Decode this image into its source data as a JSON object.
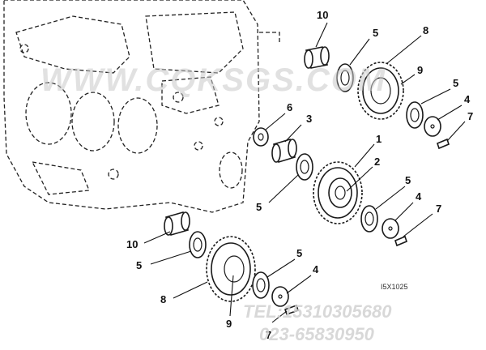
{
  "watermark": "WWW.CQKSGS.COM",
  "phone_line1": "TEL:15310305680",
  "phone_line2": "023-65830950",
  "figure_ref": "I5X1025",
  "callouts": [
    {
      "id": "c10a",
      "text": "10"
    },
    {
      "id": "c5a",
      "text": "5"
    },
    {
      "id": "c8a",
      "text": "8"
    },
    {
      "id": "c9a",
      "text": "9"
    },
    {
      "id": "c5b",
      "text": "5"
    },
    {
      "id": "c4a",
      "text": "4"
    },
    {
      "id": "c7a",
      "text": "7"
    },
    {
      "id": "c6",
      "text": "6"
    },
    {
      "id": "c3",
      "text": "3"
    },
    {
      "id": "c1",
      "text": "1"
    },
    {
      "id": "c2",
      "text": "2"
    },
    {
      "id": "c5c",
      "text": "5"
    },
    {
      "id": "c4b",
      "text": "4"
    },
    {
      "id": "c5d",
      "text": "5"
    },
    {
      "id": "c7b",
      "text": "7"
    },
    {
      "id": "c10b",
      "text": "10"
    },
    {
      "id": "c5e",
      "text": "5"
    },
    {
      "id": "c5f",
      "text": "5"
    },
    {
      "id": "c4c",
      "text": "4"
    },
    {
      "id": "c8b",
      "text": "8"
    },
    {
      "id": "c9b",
      "text": "9"
    },
    {
      "id": "c7c",
      "text": "7"
    }
  ]
}
